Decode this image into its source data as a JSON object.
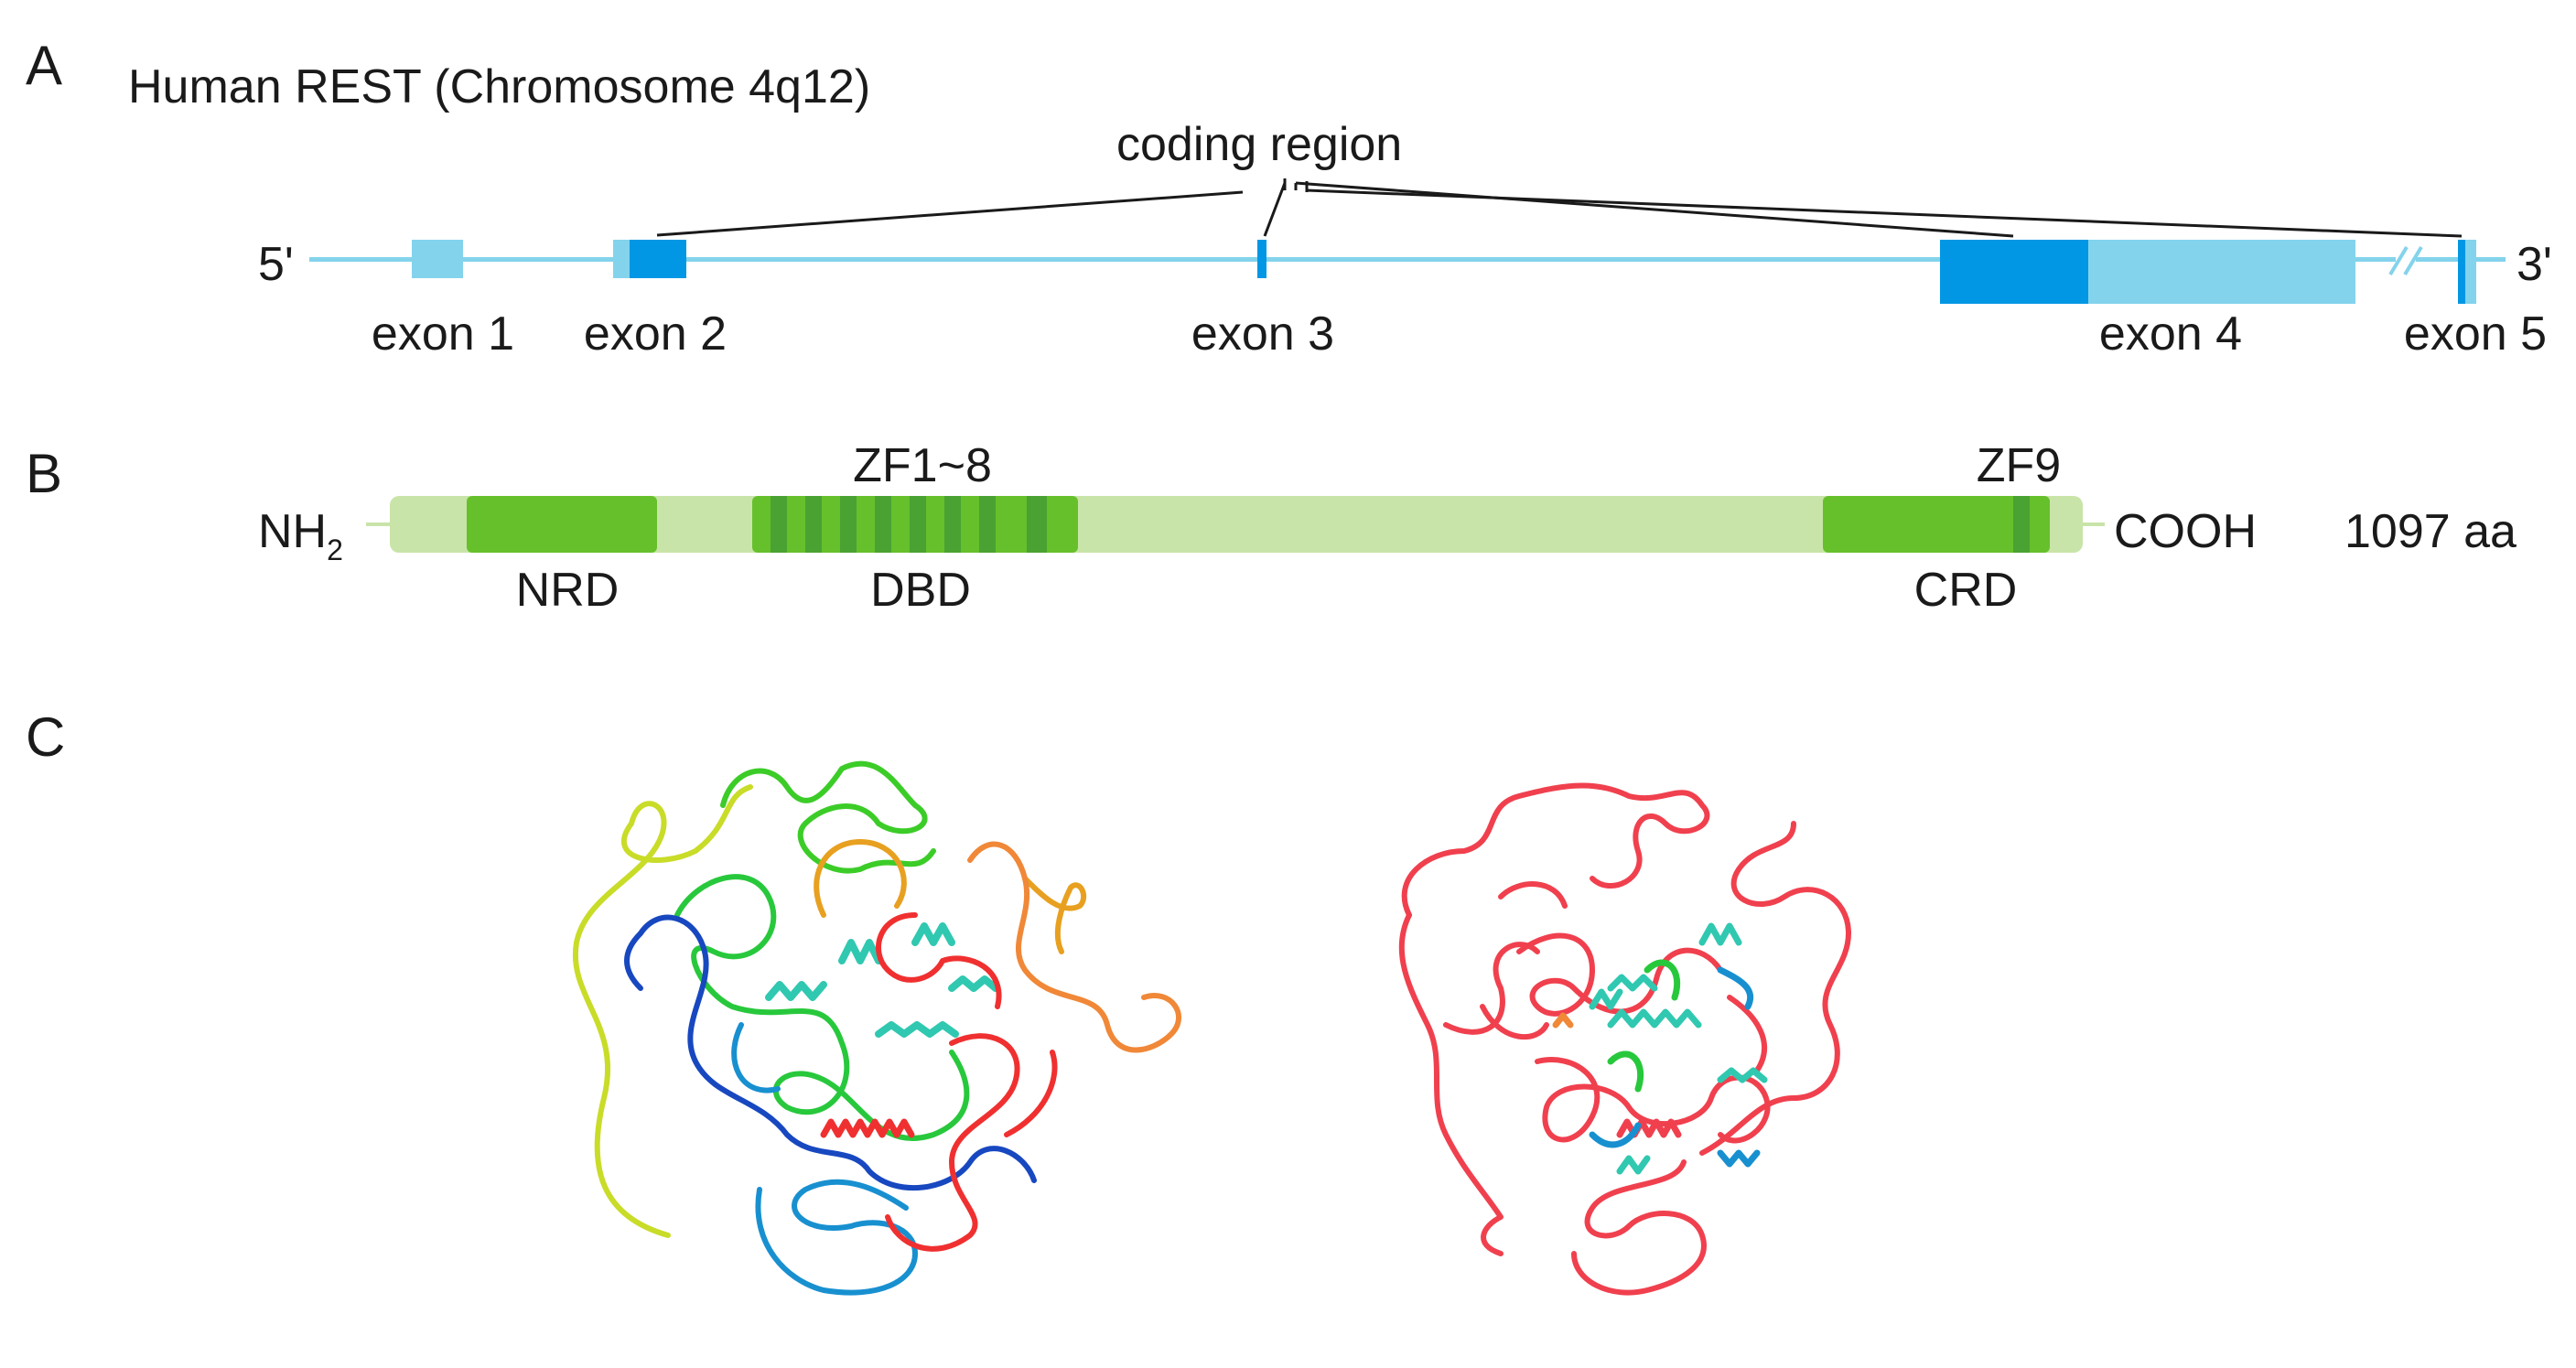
{
  "panels": {
    "a": {
      "letter": "A",
      "title": "Human REST (Chromosome 4q12)",
      "coding_label": "coding region",
      "five_prime": "5'",
      "three_prime": "3'",
      "exons": [
        "exon 1",
        "exon 2",
        "exon 3",
        "exon 4",
        "exon 5"
      ]
    },
    "b": {
      "letter": "B",
      "n_terminus": "NH",
      "n_terminus_sub": "2",
      "c_terminus": "COOH",
      "length": "1097 aa",
      "domains": {
        "nrd": "NRD",
        "dbd": "DBD",
        "crd": "CRD",
        "zf1_8": "ZF1~8",
        "zf9": "ZF9"
      }
    },
    "c": {
      "letter": "C"
    }
  },
  "colors": {
    "line_blue": "#83d3ec",
    "utr_blue": "#83d3ec",
    "cds_blue": "#0297e4",
    "protein_bg": "#c9e4a8",
    "domain_green": "#66c02c",
    "zf_dark": "#4aa232",
    "ribbon_red": "#f0404e"
  },
  "structure_colors": {
    "rainbow": [
      "#c8dc28",
      "#3ccc28",
      "#28c83c",
      "#1848c0",
      "#1890d0",
      "#30c8b0",
      "#e8a020",
      "#f08838",
      "#f03030"
    ]
  }
}
